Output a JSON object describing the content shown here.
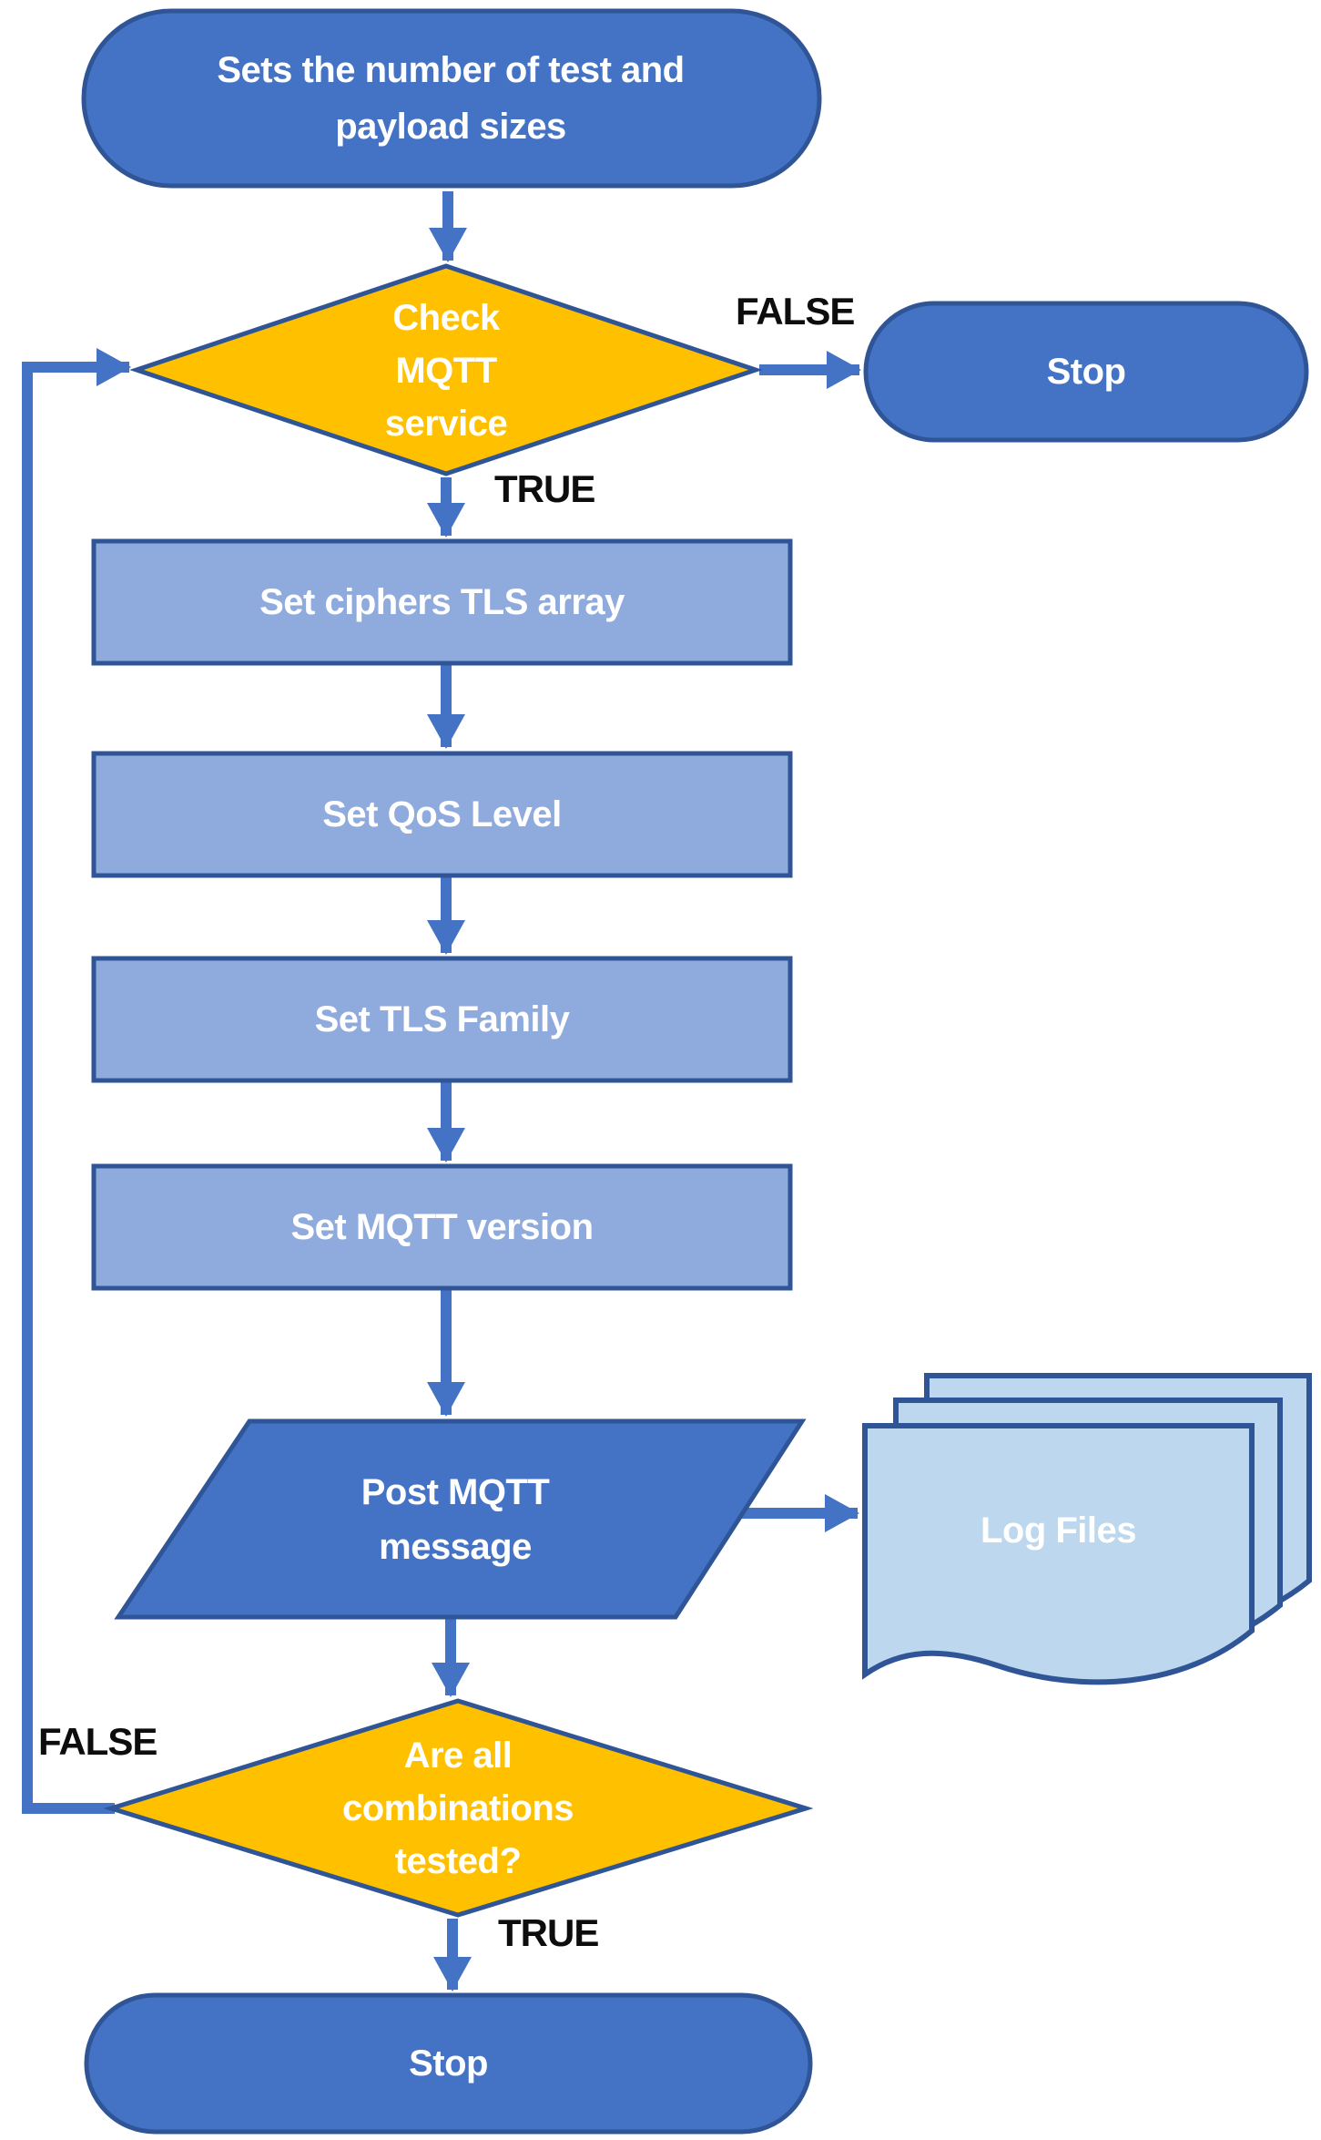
{
  "diagram": {
    "type": "flowchart",
    "background": "#ffffff"
  },
  "colors": {
    "terminator_fill": "#4472C4",
    "process_fill": "#8FAADC",
    "decision_fill": "#FFC000",
    "io_parallelogram_fill": "#4472C4",
    "document_fill": "#BDD7EE",
    "shape_border": "#2F5597",
    "connector": "#4472C4",
    "shape_text": "#FFFFFF",
    "edge_label_text": "#000000"
  },
  "nodes": [
    {
      "id": "start",
      "type": "terminator",
      "label": "Sets the number of test and payload sizes",
      "lines": [
        "Sets the number of test and",
        "payload sizes"
      ]
    },
    {
      "id": "check-mqtt",
      "type": "decision",
      "label": "Check MQTT service",
      "lines": [
        "Check",
        "MQTT",
        "service"
      ]
    },
    {
      "id": "stop-top",
      "type": "terminator",
      "label": "Stop"
    },
    {
      "id": "set-ciphers",
      "type": "process",
      "label": "Set ciphers TLS array"
    },
    {
      "id": "set-qos",
      "type": "process",
      "label": "Set QoS Level"
    },
    {
      "id": "set-tls-family",
      "type": "process",
      "label": "Set TLS Family"
    },
    {
      "id": "set-mqtt-version",
      "type": "process",
      "label": "Set MQTT version"
    },
    {
      "id": "post-mqtt",
      "type": "input-output",
      "label": "Post MQTT message",
      "lines": [
        "Post MQTT",
        "message"
      ]
    },
    {
      "id": "log-files",
      "type": "document-stack",
      "label": "Log Files"
    },
    {
      "id": "all-tested",
      "type": "decision",
      "label": "Are all combinations tested?",
      "lines": [
        "Are all",
        "combinations",
        "tested?"
      ]
    },
    {
      "id": "stop-bottom",
      "type": "terminator",
      "label": "Stop"
    }
  ],
  "edges": [
    {
      "from": "start",
      "to": "check-mqtt",
      "label": ""
    },
    {
      "from": "check-mqtt",
      "to": "stop-top",
      "label": "FALSE"
    },
    {
      "from": "check-mqtt",
      "to": "set-ciphers",
      "label": "TRUE"
    },
    {
      "from": "set-ciphers",
      "to": "set-qos",
      "label": ""
    },
    {
      "from": "set-qos",
      "to": "set-tls-family",
      "label": ""
    },
    {
      "from": "set-tls-family",
      "to": "set-mqtt-version",
      "label": ""
    },
    {
      "from": "set-mqtt-version",
      "to": "post-mqtt",
      "label": ""
    },
    {
      "from": "post-mqtt",
      "to": "log-files",
      "label": ""
    },
    {
      "from": "post-mqtt",
      "to": "all-tested",
      "label": ""
    },
    {
      "from": "all-tested",
      "to": "check-mqtt",
      "label": "FALSE"
    },
    {
      "from": "all-tested",
      "to": "stop-bottom",
      "label": "TRUE"
    }
  ]
}
